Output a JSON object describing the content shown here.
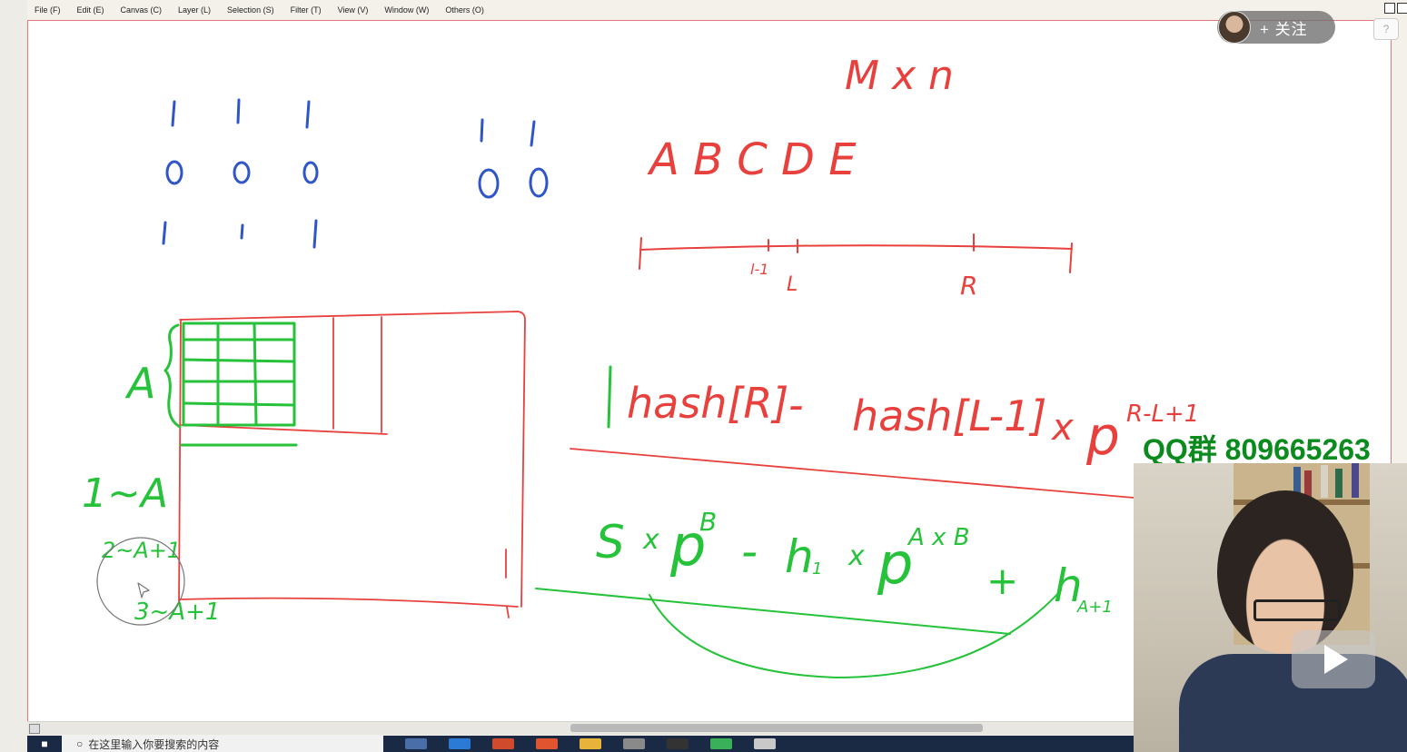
{
  "menu": {
    "items": [
      "File (F)",
      "Edit (E)",
      "Canvas (C)",
      "Layer (L)",
      "Selection (S)",
      "Filter (T)",
      "View (V)",
      "Window (W)",
      "Others (O)"
    ]
  },
  "canvas": {
    "top_right_label": "M x n",
    "letters": "A B C D E",
    "segment_labels": {
      "l_minus_1": "l-1",
      "l": "L",
      "r": "R"
    },
    "formula_top": "hash[R] - hash[L-1] x p^(R-L+1)",
    "formula_top_parts": {
      "a": "hash[R]",
      "minus": "-",
      "b": "hash[L-1]",
      "x": "x",
      "p": "p",
      "exp": "R-L+1"
    },
    "formula_bottom_parts": {
      "s": "S",
      "x1": "x",
      "p1": "p",
      "exp1": "B",
      "minus": "-",
      "h1": "h",
      "h1sub": "1",
      "x2": "x",
      "p2": "p",
      "exp2": "A x B",
      "plus": "+",
      "h2": "h",
      "h2sub": "A+1"
    },
    "left_labels": {
      "a": "A",
      "range": "1~A",
      "range2": "2~A+1",
      "range3": "3~A+1"
    }
  },
  "overlay": {
    "follow_label": "+ 关注",
    "help_label": "?",
    "qq_text": "QQ群 809665263"
  },
  "taskbar": {
    "search_text": "在这里输入你要搜索的内容"
  },
  "colors": {
    "ink_red": "#e8413d",
    "ink_blue": "#2f56c9",
    "ink_green": "#25c23a",
    "qq_green": "#0b8a1e",
    "taskbar": "#1a2a44"
  }
}
